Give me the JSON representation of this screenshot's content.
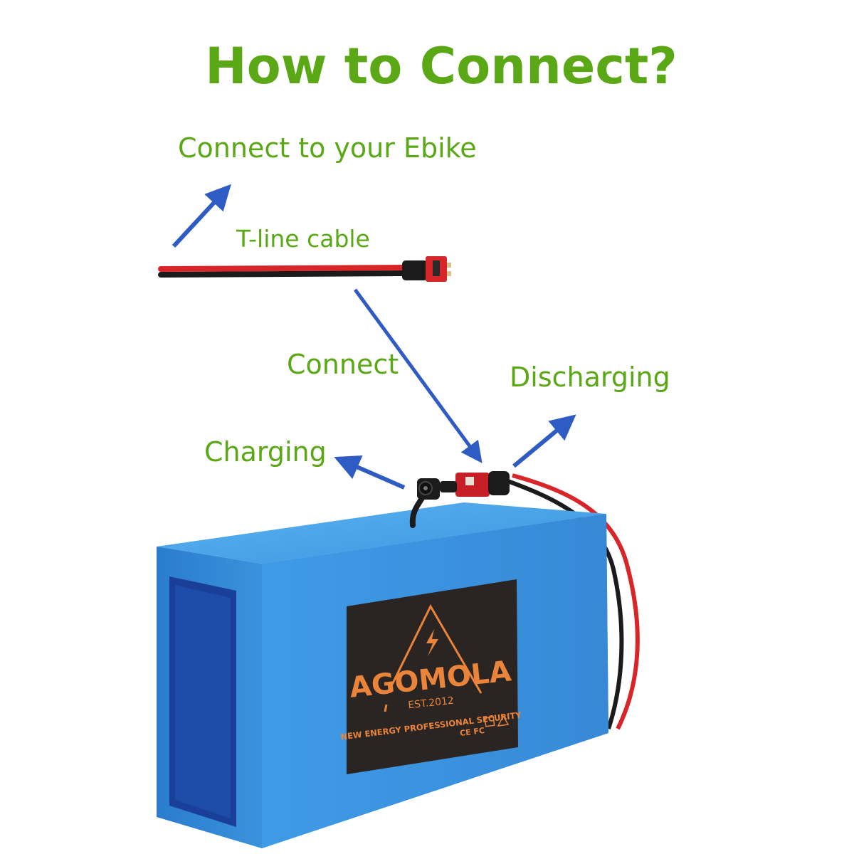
{
  "title": "How to Connect?",
  "labels": {
    "ebike": "Connect to your Ebike",
    "cable": "T-line cable",
    "connect": "Connect",
    "discharging": "Discharging",
    "charging": "Charging"
  },
  "brand": {
    "name": "AGOMOLA",
    "established": "EST.2012",
    "tagline": "NEW ENERGY PROFESSIONAL SECURITY",
    "cert_marks": "CE FC"
  },
  "colors": {
    "label_green": "#5aa816",
    "arrow_blue": "#2e5cc4",
    "battery_blue": "#3e9ce6",
    "battery_dark": "#1e64b2",
    "label_black": "#2a2422",
    "brand_orange": "#e9843a",
    "wire_red": "#d7252a",
    "wire_black": "#1b1b1b"
  }
}
